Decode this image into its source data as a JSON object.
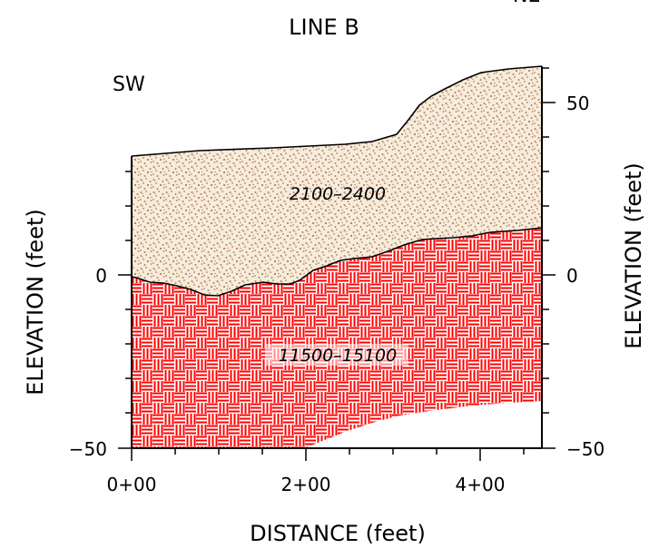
{
  "title": "LINE B",
  "corner_left": "SW",
  "corner_right": "NE",
  "x_axis": {
    "label": "DISTANCE (feet)",
    "ticks": [
      "0+00",
      "2+00",
      "4+00"
    ]
  },
  "y_axis_left": {
    "label": "ELEVATION (feet)",
    "ticks": [
      "0",
      "−50"
    ]
  },
  "y_axis_right": {
    "label": "ELEVATION (feet)",
    "ticks": [
      "50",
      "0",
      "−50"
    ]
  },
  "layers": [
    {
      "name": "upper",
      "label": "2100–2400",
      "color": "#b5814f",
      "fill": "#f5e8d8",
      "pattern": "stipple"
    },
    {
      "name": "lower",
      "label": "11500–15100",
      "color": "#ff0000",
      "fill": "#ffffff",
      "pattern": "basketweave"
    }
  ],
  "colors": {
    "axis": "#000000",
    "stipple": "#b5814f",
    "weave": "#ff0000"
  }
}
